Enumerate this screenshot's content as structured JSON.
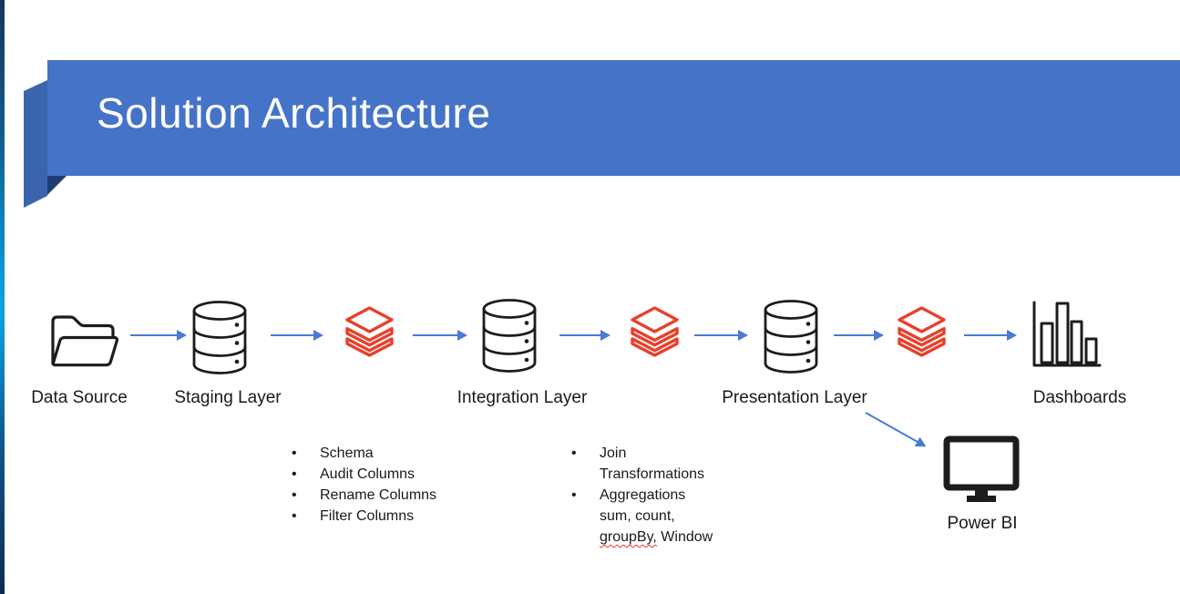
{
  "slide": {
    "title": "Solution Architecture"
  },
  "bullet_char": "•",
  "pipeline": {
    "nodes": {
      "data_source": {
        "label": "Data Source",
        "icon": "folder-icon"
      },
      "staging": {
        "label": "Staging Layer",
        "icon": "database-icon"
      },
      "databricks_1": {
        "icon": "databricks-icon"
      },
      "integration": {
        "label": "Integration Layer",
        "icon": "database-icon"
      },
      "databricks_2": {
        "icon": "databricks-icon"
      },
      "presentation": {
        "label": "Presentation Layer",
        "icon": "database-icon"
      },
      "databricks_3": {
        "icon": "databricks-icon"
      },
      "dashboards": {
        "label": "Dashboards",
        "icon": "bar-chart-icon"
      },
      "power_bi": {
        "label": "Power BI",
        "icon": "monitor-icon"
      }
    }
  },
  "staging_notes": {
    "items": [
      "Schema",
      "Audit Columns",
      "Rename Columns",
      "Filter Columns"
    ]
  },
  "integration_notes": {
    "bullet1": {
      "line1": "Join",
      "line2": "Transformations"
    },
    "bullet2": {
      "line1": "Aggregations",
      "line2": "sum, count,",
      "line3_flagged": "groupBy,",
      "line3_rest": " Window"
    }
  },
  "colors": {
    "banner": "#4573c7",
    "fold": "#3a64ae",
    "shadow": "#1f3e70",
    "title": "#ffffff",
    "arrow": "#4a7ad4",
    "databricks": "#e8402a",
    "icon": "#1c1c1c",
    "text": "#1a1a1a",
    "squiggle": "#e03a2f",
    "edge_top": "#16355c",
    "edge_mid": "#0aa4df",
    "edge_bottom": "#0d2b52"
  }
}
